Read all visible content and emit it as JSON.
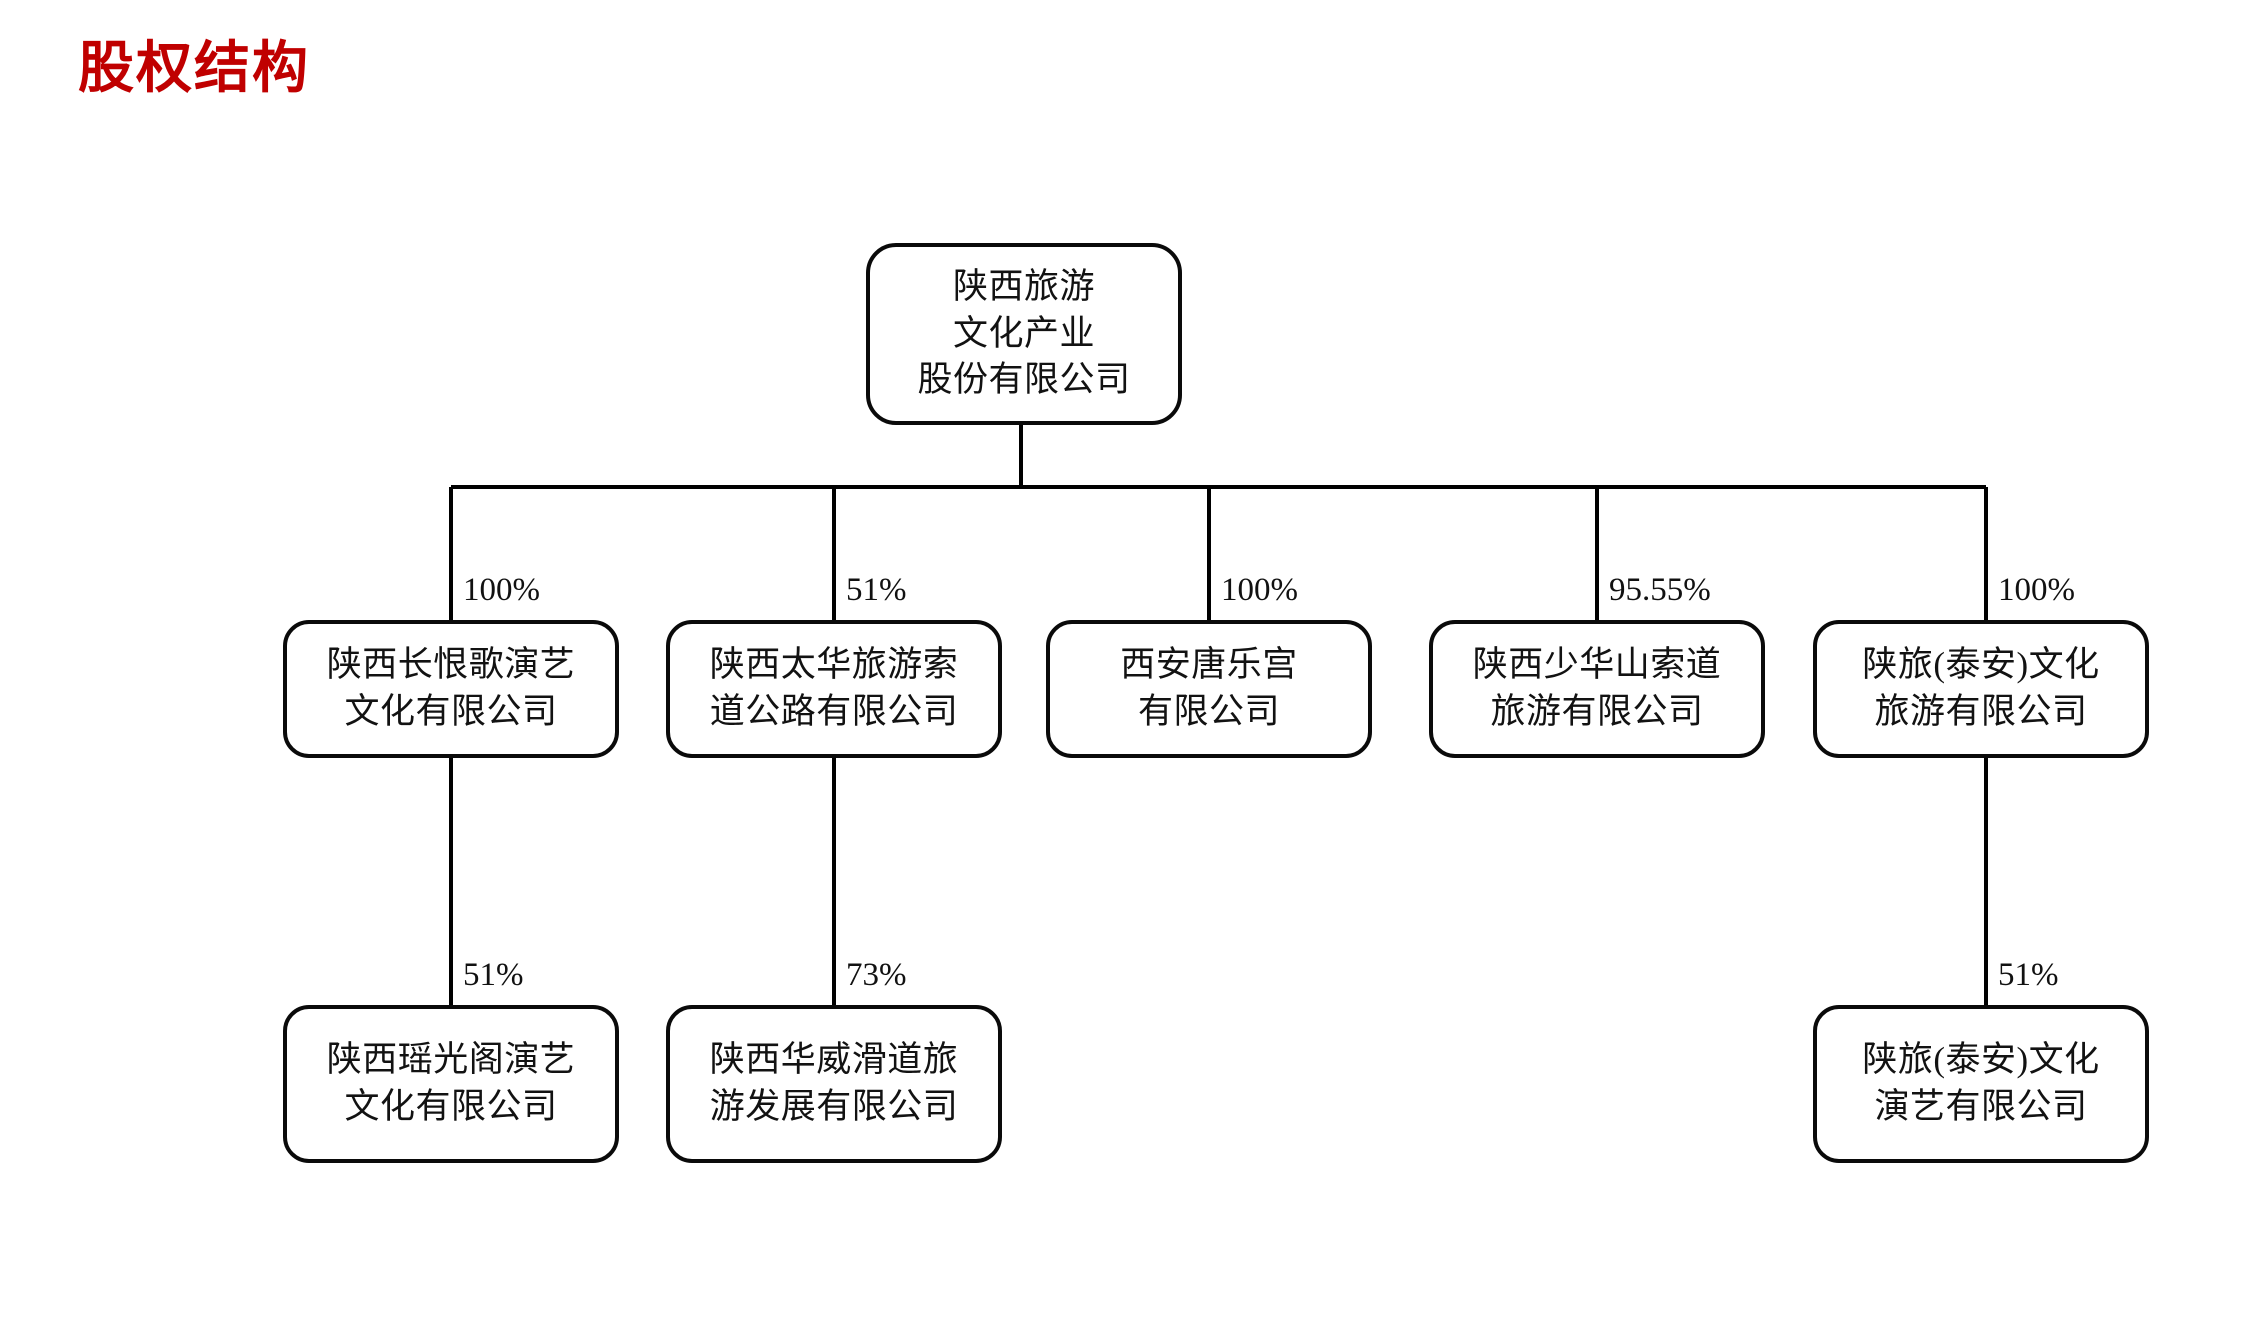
{
  "title": "股权结构",
  "title_color": "#C00000",
  "chart_data": {
    "type": "diagram",
    "subtype": "org-chart-equity-structure",
    "title": "股权结构",
    "root": {
      "id": "root",
      "lines": [
        "陕西旅游",
        "文化产业",
        "股份有限公司"
      ],
      "name": "陕西旅游文化产业股份有限公司"
    },
    "level2": [
      {
        "id": "n1",
        "lines": [
          "陕西长恨歌演艺",
          "文化有限公司"
        ],
        "name": "陕西长恨歌演艺文化有限公司",
        "ownership": "100%"
      },
      {
        "id": "n2",
        "lines": [
          "陕西太华旅游索",
          "道公路有限公司"
        ],
        "name": "陕西太华旅游索道公路有限公司",
        "ownership": "51%"
      },
      {
        "id": "n3",
        "lines": [
          "西安唐乐宫",
          "有限公司"
        ],
        "name": "西安唐乐宫有限公司",
        "ownership": "100%"
      },
      {
        "id": "n4",
        "lines": [
          "陕西少华山索道",
          "旅游有限公司"
        ],
        "name": "陕西少华山索道旅游有限公司",
        "ownership": "95.55%"
      },
      {
        "id": "n5",
        "lines": [
          "陕旅(泰安)文化",
          "旅游有限公司"
        ],
        "name": "陕旅(泰安)文化旅游有限公司",
        "ownership": "100%"
      }
    ],
    "level3": [
      {
        "id": "n1a",
        "parent": "n1",
        "lines": [
          "陕西瑶光阁演艺",
          "文化有限公司"
        ],
        "name": "陕西瑶光阁演艺文化有限公司",
        "ownership": "51%"
      },
      {
        "id": "n2a",
        "parent": "n2",
        "lines": [
          "陕西华威滑道旅",
          "游发展有限公司"
        ],
        "name": "陕西华威滑道旅游发展有限公司",
        "ownership": "73%"
      },
      {
        "id": "n5a",
        "parent": "n5",
        "lines": [
          "陕旅(泰安)文化",
          "演艺有限公司"
        ],
        "name": "陕旅(泰安)文化演艺有限公司",
        "ownership": "51%"
      }
    ],
    "edges": [
      {
        "from": "root",
        "to": "n1",
        "label": "100%"
      },
      {
        "from": "root",
        "to": "n2",
        "label": "51%"
      },
      {
        "from": "root",
        "to": "n3",
        "label": "100%"
      },
      {
        "from": "root",
        "to": "n4",
        "label": "95.55%"
      },
      {
        "from": "root",
        "to": "n5",
        "label": "100%"
      },
      {
        "from": "n1",
        "to": "n1a",
        "label": "51%"
      },
      {
        "from": "n2",
        "to": "n2a",
        "label": "73%"
      },
      {
        "from": "n5",
        "to": "n5a",
        "label": "51%"
      }
    ],
    "line_color": "#000000",
    "box_border_color": "#0a0a0a",
    "box_fill": "#ffffff",
    "background": "#ffffff"
  }
}
